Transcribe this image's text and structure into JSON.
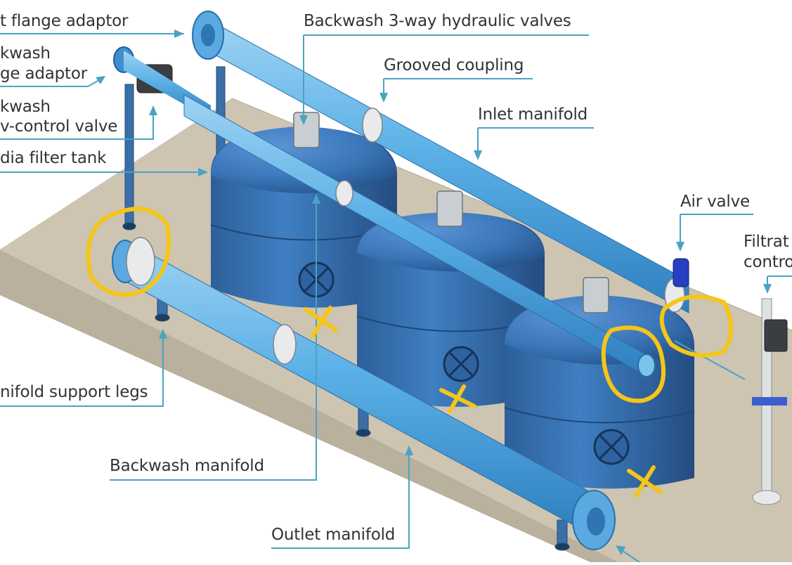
{
  "labels": {
    "inlet_flange_adaptor": "t flange adaptor",
    "backwash_flange_adaptor_line1": "kwash",
    "backwash_flange_adaptor_line2": "ge adaptor",
    "backwash_flow_control_valve_line1": "kwash",
    "backwash_flow_control_valve_line2": "v-control valve",
    "media_filter_tank": "dia filter tank",
    "backwash_3way_valves": "Backwash 3-way hydraulic valves",
    "grooved_coupling": "Grooved coupling",
    "inlet_manifold": "Inlet manifold",
    "air_valve": "Air valve",
    "filtrate_control_line1": "Filtrat",
    "filtrate_control_line2": "contro",
    "manifold_support_legs": "nifold support legs",
    "backwash_manifold": "Backwash manifold",
    "outlet_manifold": "Outlet manifold"
  },
  "colors": {
    "leader": "#4aa3c2",
    "pipe": "#5ab0e6",
    "tank": "#3a76b8",
    "base": "#cfc6b5",
    "annotation": "#f5c518"
  }
}
